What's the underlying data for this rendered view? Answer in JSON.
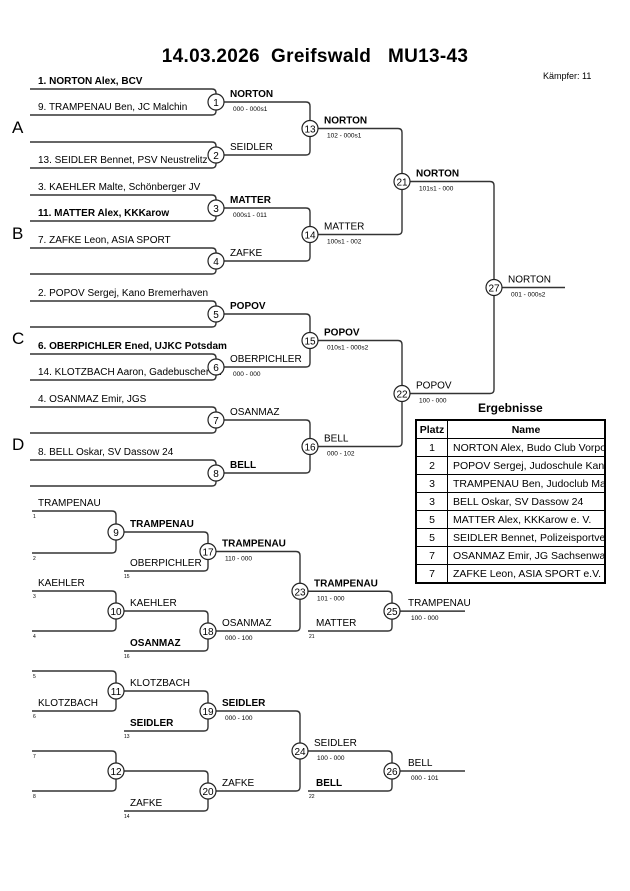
{
  "header": {
    "date": "14.03.2026",
    "location": "Greifswald",
    "category": "MU13-43",
    "kaempfer_label": "Kämpfer: 11"
  },
  "pools": [
    "A",
    "B",
    "C",
    "D"
  ],
  "entries": [
    {
      "text": "1. NORTON Alex, BCV",
      "bold": true
    },
    {
      "text": "9. TRAMPENAU Ben, JC Malchin",
      "bold": false
    },
    {
      "text": "",
      "bold": false
    },
    {
      "text": "13. SEIDLER Bennet, PSV Neustrelitz",
      "bold": false
    },
    {
      "text": "3. KAEHLER Malte, Schönberger JV",
      "bold": false
    },
    {
      "text": "11. MATTER Alex, KKKarow",
      "bold": true
    },
    {
      "text": "7. ZAFKE Leon, ASIA SPORT",
      "bold": false
    },
    {
      "text": "",
      "bold": false
    },
    {
      "text": "2. POPOV Sergej, Kano Bremerhaven",
      "bold": false
    },
    {
      "text": "",
      "bold": false
    },
    {
      "text": "6. OBERPICHLER Ened, UJKC Potsdam",
      "bold": true
    },
    {
      "text": "14. KLOTZBACH Aaron, Gadebuscher JV",
      "bold": false
    },
    {
      "text": "4. OSANMAZ Emir, JGS",
      "bold": false
    },
    {
      "text": "",
      "bold": false
    },
    {
      "text": "8. BELL Oskar, SV Dassow 24",
      "bold": false
    },
    {
      "text": "",
      "bold": false
    }
  ],
  "main_fights": [
    {
      "no": "1",
      "top": "NORTON",
      "top_bold": true,
      "bottom": "",
      "score": "000 - 000s1"
    },
    {
      "no": "2",
      "top": "SEIDLER",
      "top_bold": false,
      "bottom": "",
      "score": ""
    },
    {
      "no": "3",
      "top": "MATTER",
      "top_bold": true,
      "bottom": "",
      "score": "000s1 - 011"
    },
    {
      "no": "4",
      "top": "ZAFKE",
      "top_bold": false,
      "bottom": "",
      "score": ""
    },
    {
      "no": "5",
      "top": "POPOV",
      "top_bold": true,
      "bottom": "",
      "score": ""
    },
    {
      "no": "6",
      "top": "OBERPICHLER",
      "top_bold": false,
      "bottom": "",
      "score": "000 - 000"
    },
    {
      "no": "7",
      "top": "OSANMAZ",
      "top_bold": false,
      "bottom": "",
      "score": ""
    },
    {
      "no": "8",
      "top": "BELL",
      "top_bold": true,
      "bottom": "",
      "score": ""
    },
    {
      "no": "13",
      "top": "NORTON",
      "top_bold": true,
      "score": "102 - 000s1"
    },
    {
      "no": "14",
      "top": "MATTER",
      "top_bold": false,
      "score": "100s1 - 002"
    },
    {
      "no": "15",
      "top": "POPOV",
      "top_bold": true,
      "score": "010s1 - 000s2"
    },
    {
      "no": "16",
      "top": "BELL",
      "top_bold": false,
      "score": "000 - 102"
    },
    {
      "no": "21",
      "top": "NORTON",
      "top_bold": true,
      "score": "101s1 - 000"
    },
    {
      "no": "22",
      "top": "POPOV",
      "top_bold": false,
      "score": "100 - 000"
    },
    {
      "no": "27",
      "top": "NORTON",
      "top_bold": false,
      "score": "001 - 000s2"
    }
  ],
  "repechage": {
    "r1_entries": [
      {
        "text": "TRAMPENAU",
        "seed": "1"
      },
      {
        "text": "",
        "seed": "2"
      },
      {
        "text": "KAEHLER",
        "seed": "3"
      },
      {
        "text": "",
        "seed": "4"
      },
      {
        "text": "",
        "seed": "5"
      },
      {
        "text": "KLOTZBACH",
        "seed": "6"
      },
      {
        "text": "",
        "seed": "7"
      },
      {
        "text": "",
        "seed": "8"
      }
    ],
    "fights": [
      {
        "no": "9",
        "winner": "TRAMPENAU",
        "winner_bold": true,
        "score": ""
      },
      {
        "no": "10",
        "winner": "KAEHLER",
        "winner_bold": false,
        "score": ""
      },
      {
        "no": "11",
        "winner": "KLOTZBACH",
        "winner_bold": false,
        "score": ""
      },
      {
        "no": "12",
        "winner": "",
        "winner_bold": false,
        "score": ""
      },
      {
        "no": "17",
        "winner": "TRAMPENAU",
        "winner_bold": true,
        "score": "110 - 000"
      },
      {
        "no": "18",
        "winner": "OSANMAZ",
        "winner_bold": false,
        "score": "000 - 100"
      },
      {
        "no": "19",
        "winner": "SEIDLER",
        "winner_bold": true,
        "score": "000 - 100"
      },
      {
        "no": "20",
        "winner": "ZAFKE",
        "winner_bold": false,
        "score": ""
      },
      {
        "no": "23",
        "winner": "TRAMPENAU",
        "winner_bold": true,
        "score": "101 - 000"
      },
      {
        "no": "24",
        "winner": "SEIDLER",
        "winner_bold": false,
        "score": "100 - 000"
      },
      {
        "no": "25",
        "winner": "TRAMPENAU",
        "winner_bold": false,
        "score": "100 - 000"
      },
      {
        "no": "26",
        "winner": "BELL",
        "winner_bold": false,
        "score": "000 - 101"
      }
    ],
    "drop_ins": [
      {
        "text": "OBERPICHLER",
        "bold": false,
        "seed": "15"
      },
      {
        "text": "OSANMAZ",
        "bold": true,
        "seed": "16"
      },
      {
        "text": "SEIDLER",
        "bold": true,
        "seed": "13"
      },
      {
        "text": "ZAFKE",
        "bold": false,
        "seed": "14"
      },
      {
        "text": "MATTER",
        "bold": false,
        "seed": "21"
      },
      {
        "text": "BELL",
        "bold": true,
        "seed": "22"
      }
    ]
  },
  "results": {
    "title": "Ergebnisse",
    "col_platz": "Platz",
    "col_name": "Name",
    "rows": [
      {
        "platz": "1",
        "name": "NORTON Alex, Budo Club Vorpommern"
      },
      {
        "platz": "2",
        "name": "POPOV Sergej, Judoschule Kano Bremerhaven"
      },
      {
        "platz": "3",
        "name": "TRAMPENAU Ben, Judoclub Malchin"
      },
      {
        "platz": "3",
        "name": "BELL Oskar, SV Dassow 24"
      },
      {
        "platz": "5",
        "name": "MATTER Alex, KKKarow e. V."
      },
      {
        "platz": "5",
        "name": "SEIDLER Bennet, Polizeisportverein Neustrelitz"
      },
      {
        "platz": "7",
        "name": "OSANMAZ Emir, JG Sachsenwald"
      },
      {
        "platz": "7",
        "name": "ZAFKE Leon, ASIA SPORT e.V. Neubrandenburg"
      }
    ]
  }
}
